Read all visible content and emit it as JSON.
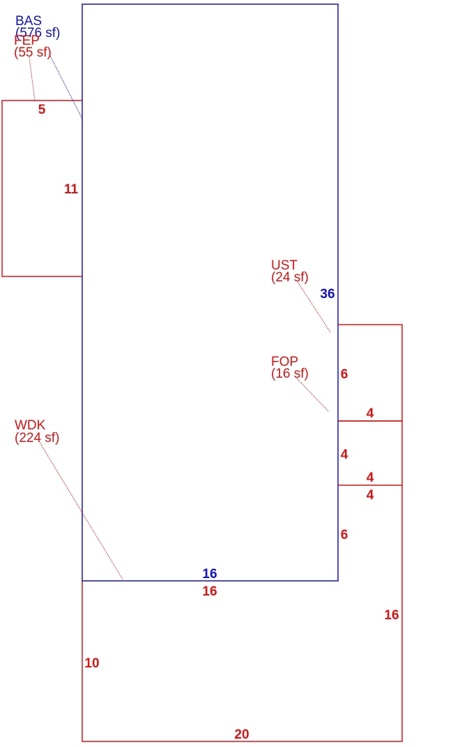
{
  "colors": {
    "main": "#1010cc",
    "addition": "#e01010",
    "background": "#ffffff"
  },
  "areas": {
    "bas": {
      "code": "BAS",
      "area": "(576 sf)"
    },
    "fep": {
      "code": "FEP",
      "area": "(55 sf)"
    },
    "ust": {
      "code": "UST",
      "area": "(24 sf)"
    },
    "fop": {
      "code": "FOP",
      "area": "(16 sf)"
    },
    "wdk": {
      "code": "WDK",
      "area": "(224 sf)"
    }
  },
  "dimensions": {
    "bas_height": "36",
    "bas_width": "16",
    "fep_width": "5",
    "fep_height": "11",
    "ust_height": "6",
    "ust_width": "4",
    "fop_height": "4",
    "fop_width_top": "4",
    "fop_width_bottom": "4",
    "lower_right_height": "6",
    "wdk_top": "16",
    "wdk_left": "10",
    "wdk_right": "16",
    "wdk_bottom": "20"
  }
}
